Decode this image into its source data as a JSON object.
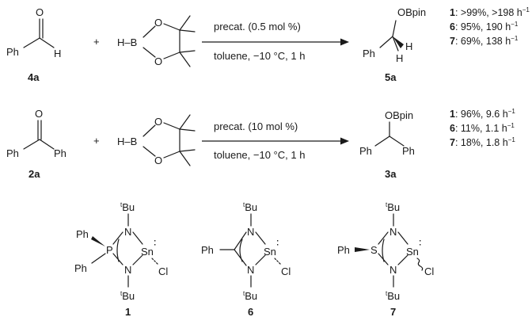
{
  "reaction1": {
    "substrate_label": "4a",
    "plus": "+",
    "conditions_above": "precat. (0.5 mol %)",
    "conditions_below": "toluene, −10 °C, 1 h",
    "product_label": "5a",
    "atoms": {
      "O": "O",
      "H": "H",
      "Ph": "Ph",
      "HB": "H–B",
      "OBpin": "OBpin"
    },
    "results": [
      {
        "cat": "1",
        "text": ": >99%, >198 h",
        "sup": "−1"
      },
      {
        "cat": "6",
        "text": ": 95%, 190 h",
        "sup": "−1"
      },
      {
        "cat": "7",
        "text": ": 69%, 138 h",
        "sup": "−1"
      }
    ]
  },
  "reaction2": {
    "substrate_label": "2a",
    "plus": "+",
    "conditions_above": "precat. (10 mol %)",
    "conditions_below": "toluene, −10 °C, 1 h",
    "product_label": "3a",
    "atoms": {
      "O": "O",
      "Ph": "Ph",
      "HB": "H–B",
      "OBpin": "OBpin"
    },
    "results": [
      {
        "cat": "1",
        "text": ": 96%, 9.6 h",
        "sup": "−1"
      },
      {
        "cat": "6",
        "text": ": 11%, 1.1 h",
        "sup": "−1"
      },
      {
        "cat": "7",
        "text": ": 18%, 1.8 h",
        "sup": "−1"
      }
    ]
  },
  "catalysts": [
    {
      "label": "1",
      "center": "P",
      "tBu_prefix": "t",
      "tBu": "Bu",
      "N": "N",
      "Sn": "Sn",
      "Cl": "Cl",
      "Ph": "Ph",
      "lone_pair": "∶"
    },
    {
      "label": "6",
      "center": "",
      "tBu_prefix": "t",
      "tBu": "Bu",
      "N": "N",
      "Sn": "Sn",
      "Cl": "Cl",
      "Ph": "Ph",
      "lone_pair": "∶"
    },
    {
      "label": "7",
      "center": "S",
      "tBu_prefix": "t",
      "tBu": "Bu",
      "N": "N",
      "Sn": "Sn",
      "Cl": "Cl",
      "Ph": "Ph",
      "lone_pair": "∶"
    }
  ]
}
